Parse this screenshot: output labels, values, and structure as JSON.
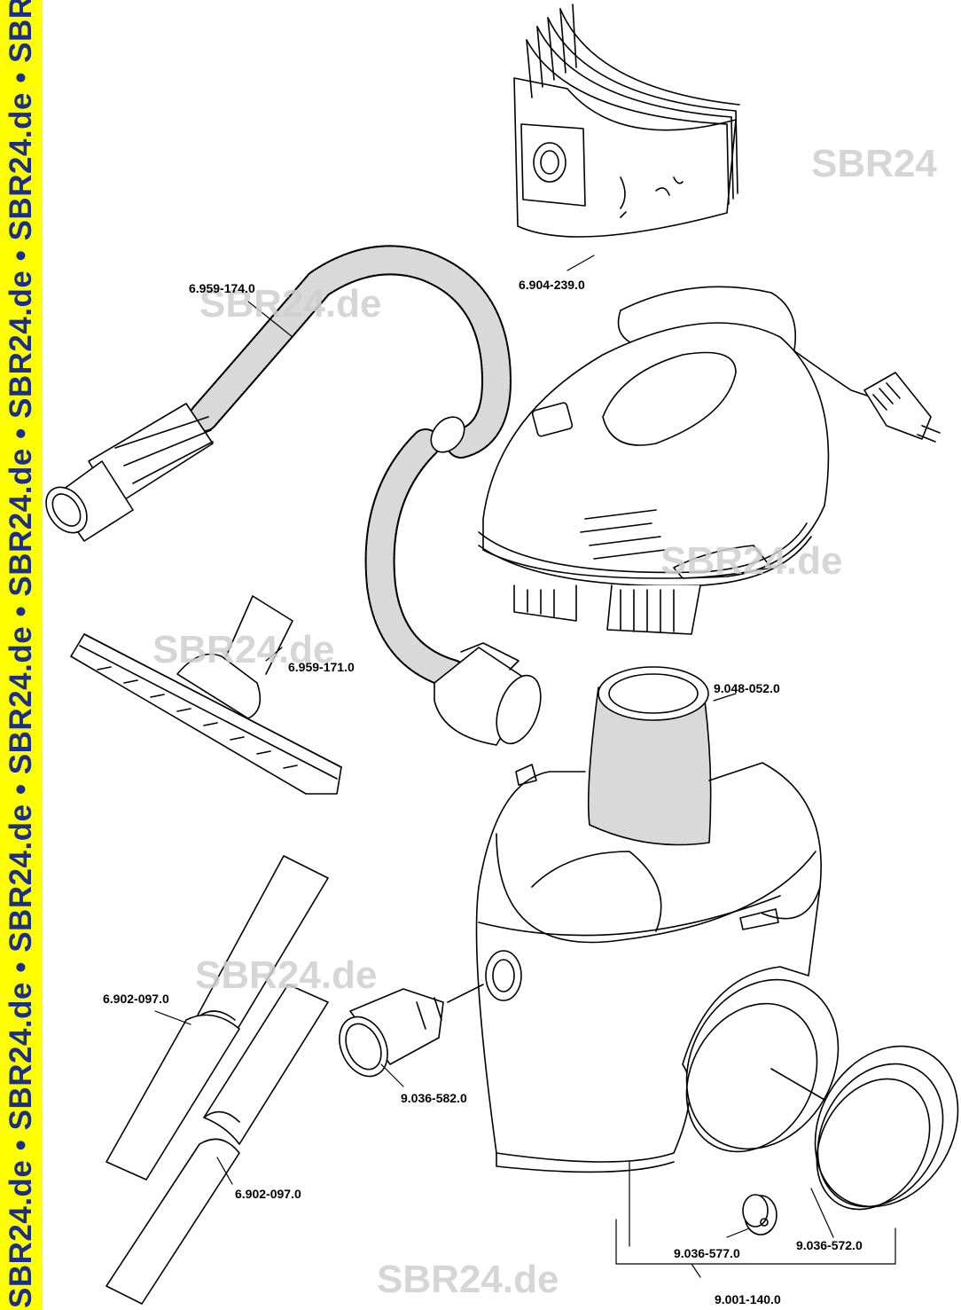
{
  "banner": {
    "text": "SBR24.de • SBR24.de • SBR24.de • SBR24.de • SBR24.de • SBR24.de • SBR24.de • SBR24",
    "background": "#FFFF00",
    "text_color": "#1a2e8c"
  },
  "watermarks": [
    "SBR24",
    "SBR24.de",
    "SBR24.de",
    "SBR24.de",
    "SBR24.de",
    "SBR24.de"
  ],
  "parts": {
    "filter_bags": "6.904-239.0",
    "suction_hose": "6.959-174.0",
    "floor_nozzle": "6.959-171.0",
    "cartridge_filter": "9.048-052.0",
    "suction_tube_upper": "6.902-097.0",
    "suction_tube_lower": "6.902-097.0",
    "hose_adapter": "9.036-582.0",
    "castor": "9.036-577.0",
    "wheel": "9.036-572.0",
    "container_assembly": "9.001-140.0"
  }
}
